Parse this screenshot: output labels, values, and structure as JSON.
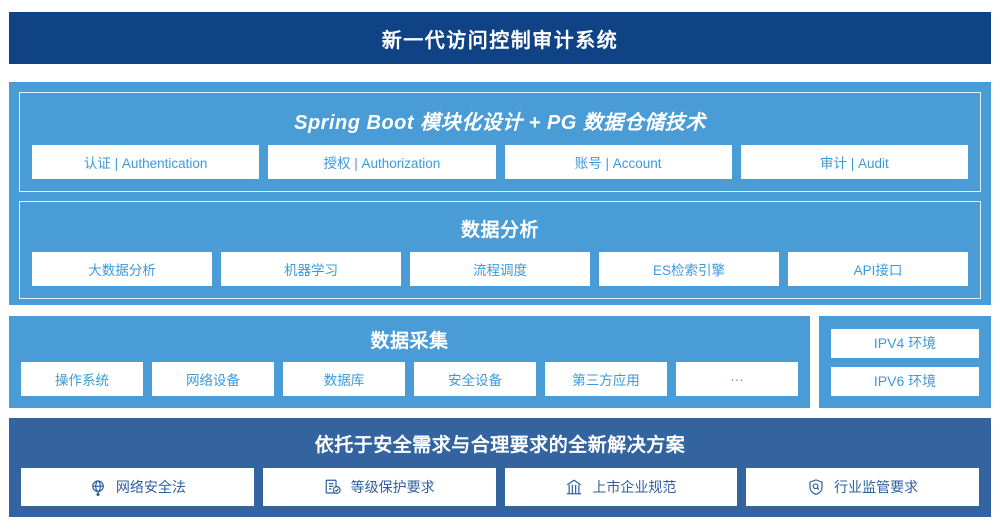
{
  "header": {
    "title": "新一代访问控制审计系统"
  },
  "architecture": {
    "platform": {
      "title": "Spring Boot 模块化设计 + PG 数据仓储技术",
      "items": [
        "认证 | Authentication",
        "授权 | Authorization",
        "账号 | Account",
        "审计 | Audit"
      ]
    },
    "analysis": {
      "title": "数据分析",
      "items": [
        "大数据分析",
        "机器学习",
        "流程调度",
        "ES检索引擎",
        "API接口"
      ]
    },
    "collection": {
      "title": "数据采集",
      "items": [
        "操作系统",
        "网络设备",
        "数据库",
        "安全设备",
        "第三方应用",
        "···"
      ]
    },
    "environment": {
      "items": [
        "IPV4 环境",
        "IPV6 环境"
      ]
    },
    "compliance": {
      "title": "依托于安全需求与合理要求的全新解决方案",
      "items": [
        {
          "label": "网络安全法",
          "icon": "globe-icon"
        },
        {
          "label": "等级保护要求",
          "icon": "document-check-icon"
        },
        {
          "label": "上市企业规范",
          "icon": "bank-icon"
        },
        {
          "label": "行业监管要求",
          "icon": "shield-search-icon"
        }
      ]
    }
  },
  "colors": {
    "header_blue": "#0f4386",
    "panel_blue": "#4a9cd6",
    "bottom_blue": "#33649f",
    "chip_text": "#3c9ad9",
    "compliance_text": "#2f5fa0"
  }
}
